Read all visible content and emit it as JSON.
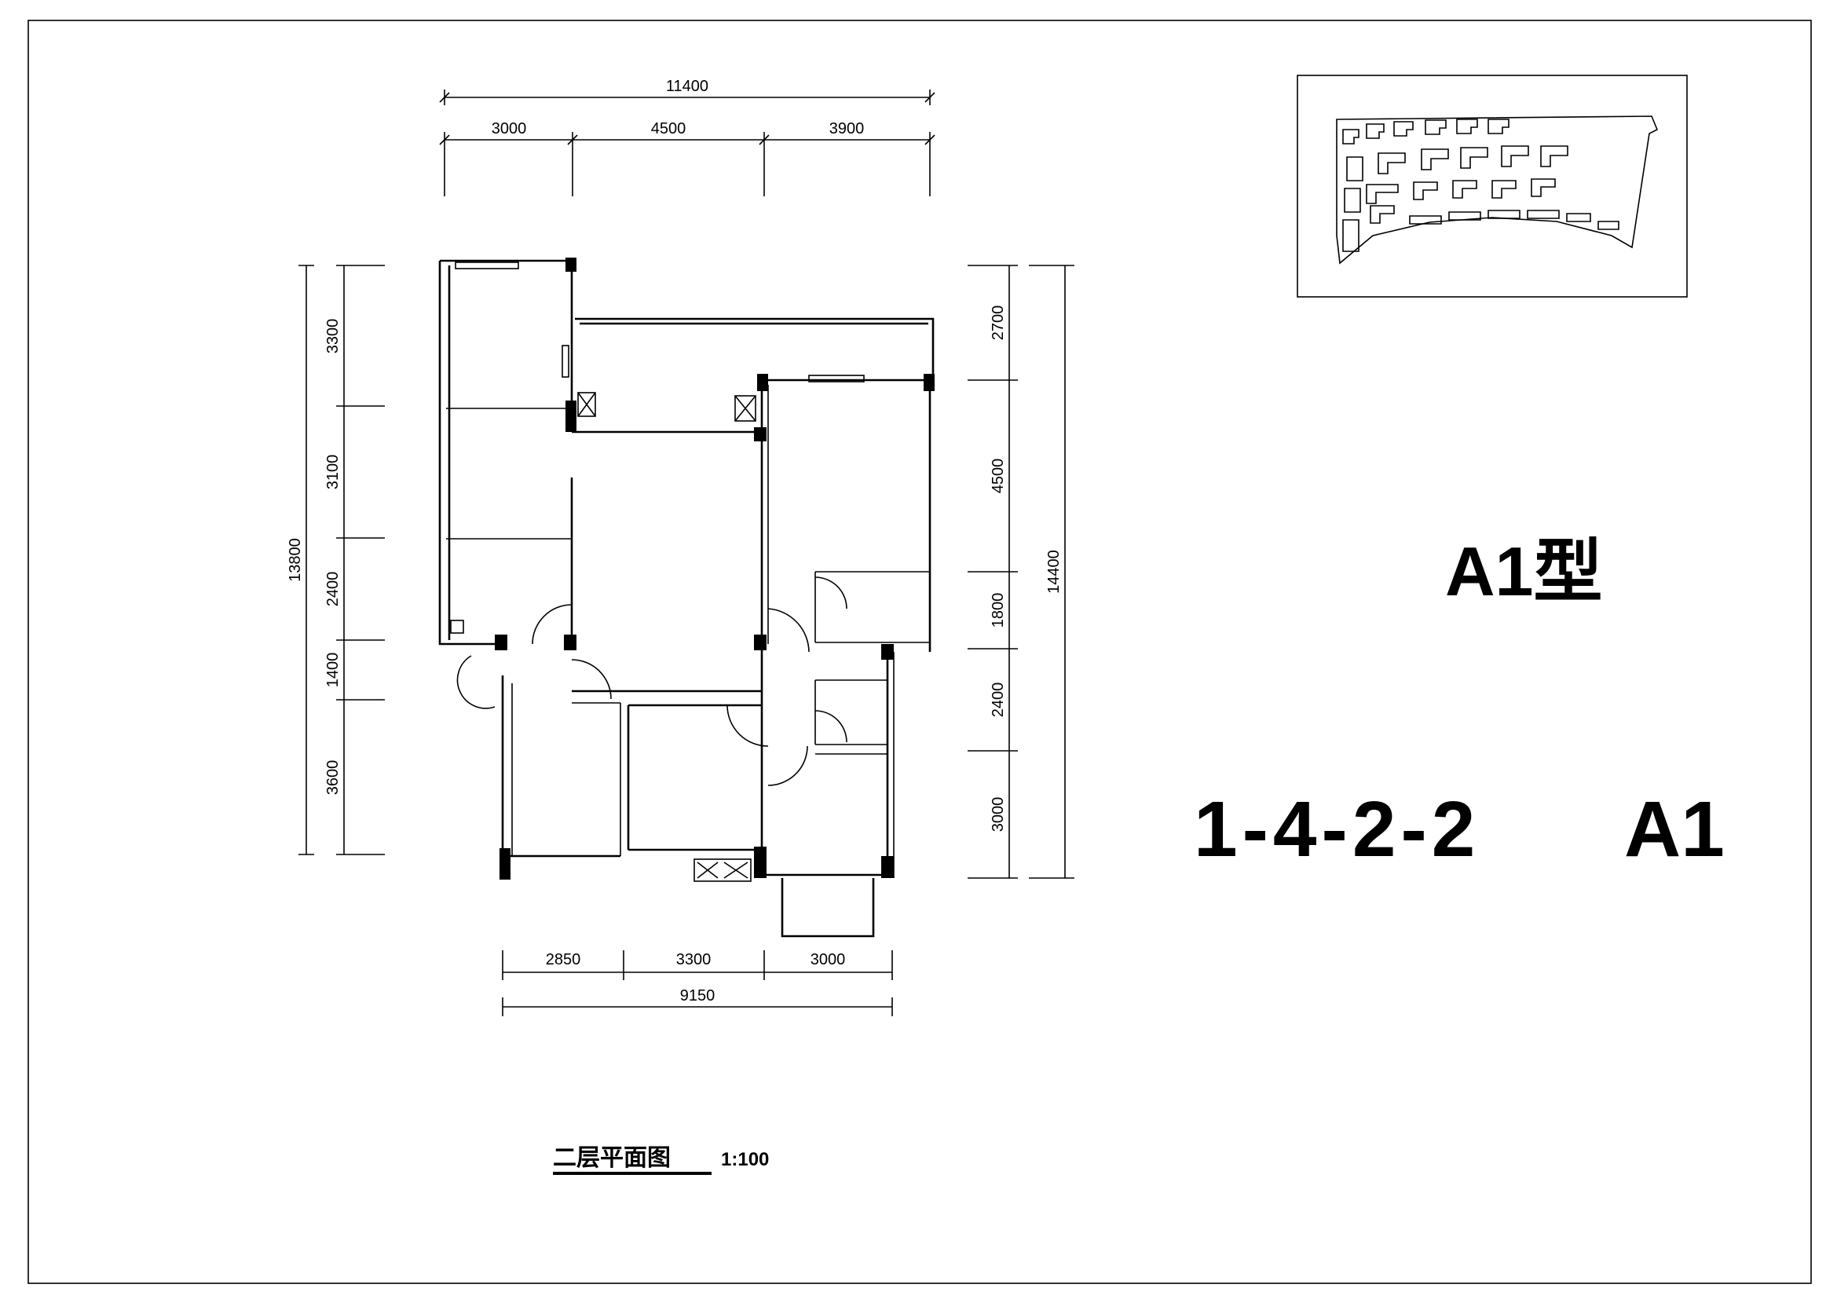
{
  "drawing": {
    "type_title": "A1型",
    "unit_code": "1-4-2-2",
    "unit_type": "A1",
    "plan_title": "二层平面图",
    "scale": "1:100"
  },
  "dimensions": {
    "top_total": "11400",
    "top_parts": [
      "3000",
      "4500",
      "3900"
    ],
    "bottom_parts": [
      "2850",
      "3300",
      "3000"
    ],
    "bottom_total": "9150",
    "left_total": "13800",
    "left_parts": [
      "3300",
      "3100",
      "2400",
      "1400",
      "3600"
    ],
    "right_total": "14400",
    "right_parts": [
      "2700",
      "4500",
      "1800",
      "2400",
      "3000"
    ]
  },
  "colors": {
    "line": "#000000",
    "background": "#ffffff"
  }
}
